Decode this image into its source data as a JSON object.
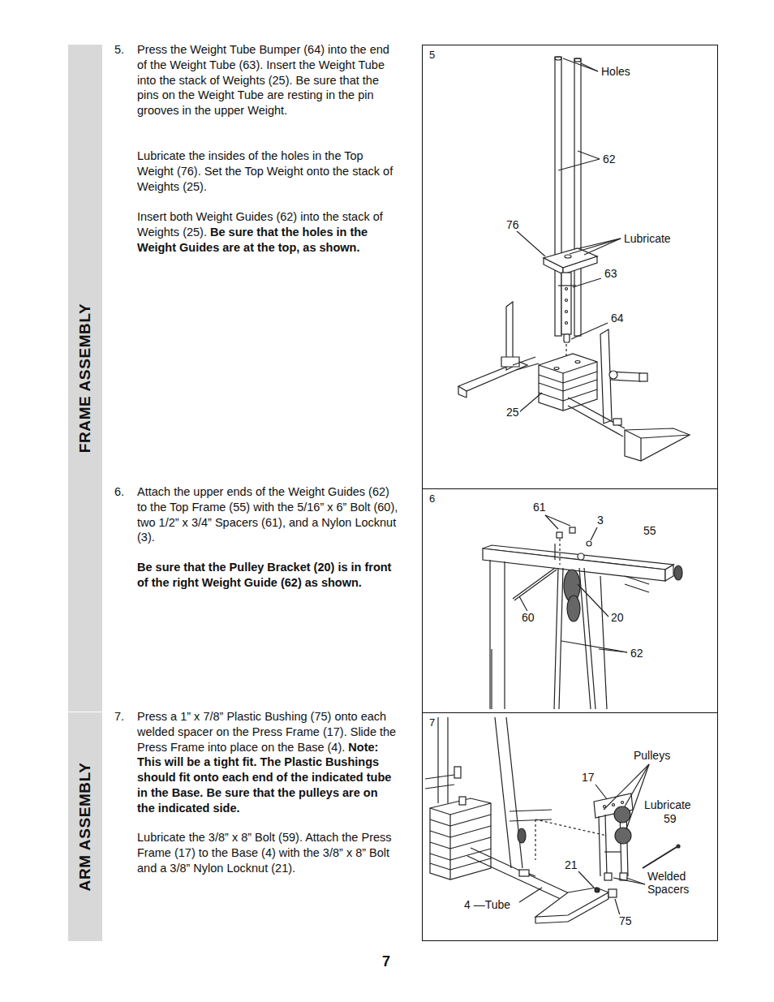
{
  "diagram": {
    "nodes": [
      {
        "text": [
          "FRAME ASSEMBLY"
        ]
      },
      {
        "text": [
          "ARM ASSEMBLY"
        ]
      },
      {
        "text": [
          "5"
        ]
      },
      {
        "text": [
          "6"
        ]
      },
      {
        "text": [
          "7"
        ]
      }
    ],
    "edges": [],
    "labels": [
      "5.",
      "Press the Weight Tube Bumper (64) into the end of the Weight Tube (63). Insert the Weight Tube into the stack of Weights (25). Be sure that the pins on the Weight Tube are resting in the pin grooves in the upper Weight.",
      "Lubricate the insides of the holes in the Top Weight (76). Set the Top Weight onto the stack of Weights (25).",
      "Insert both Weight Guides (62) into the stack of Weights (25).",
      "Be sure that the holes in the Weight Guides are at the top, as shown.",
      "6.",
      "Attach the upper ends of the Weight Guides (62) to the Top Frame (55) with the 5/16” x 6” Bolt (60), two 1/2” x 3/4” Spacers (61), and a Nylon Locknut (3).",
      "Be sure that the Pulley Bracket (20) is in front of the right Weight Guide (62) as shown.",
      "7.",
      "Press a 1” x 7/8” Plastic Bushing (75) onto each welded spacer on the Press Frame (17). Slide the Press Frame into place on the Base (4).",
      "Note: This will be a tight fit. The Plastic Bushings should fit onto each end of the indicated tube in the Base. Be sure that the pulleys are on the indicated side.",
      "Lubricate the 3/8” x 8” Bolt (59). Attach the Press Frame (17) to the Base (4) with the 3/8” x 8” Bolt and a 3/8” Nylon Locknut (21).",
      "Holes",
      "62",
      "76",
      "Lubricate",
      "63",
      "64",
      "25",
      "61",
      "3",
      "55",
      "60",
      "20",
      "62",
      "Pulleys",
      "17",
      "Lubricate",
      "59",
      "21",
      "Welded Spacers",
      "4 —Tube",
      "75",
      "7"
    ]
  }
}
